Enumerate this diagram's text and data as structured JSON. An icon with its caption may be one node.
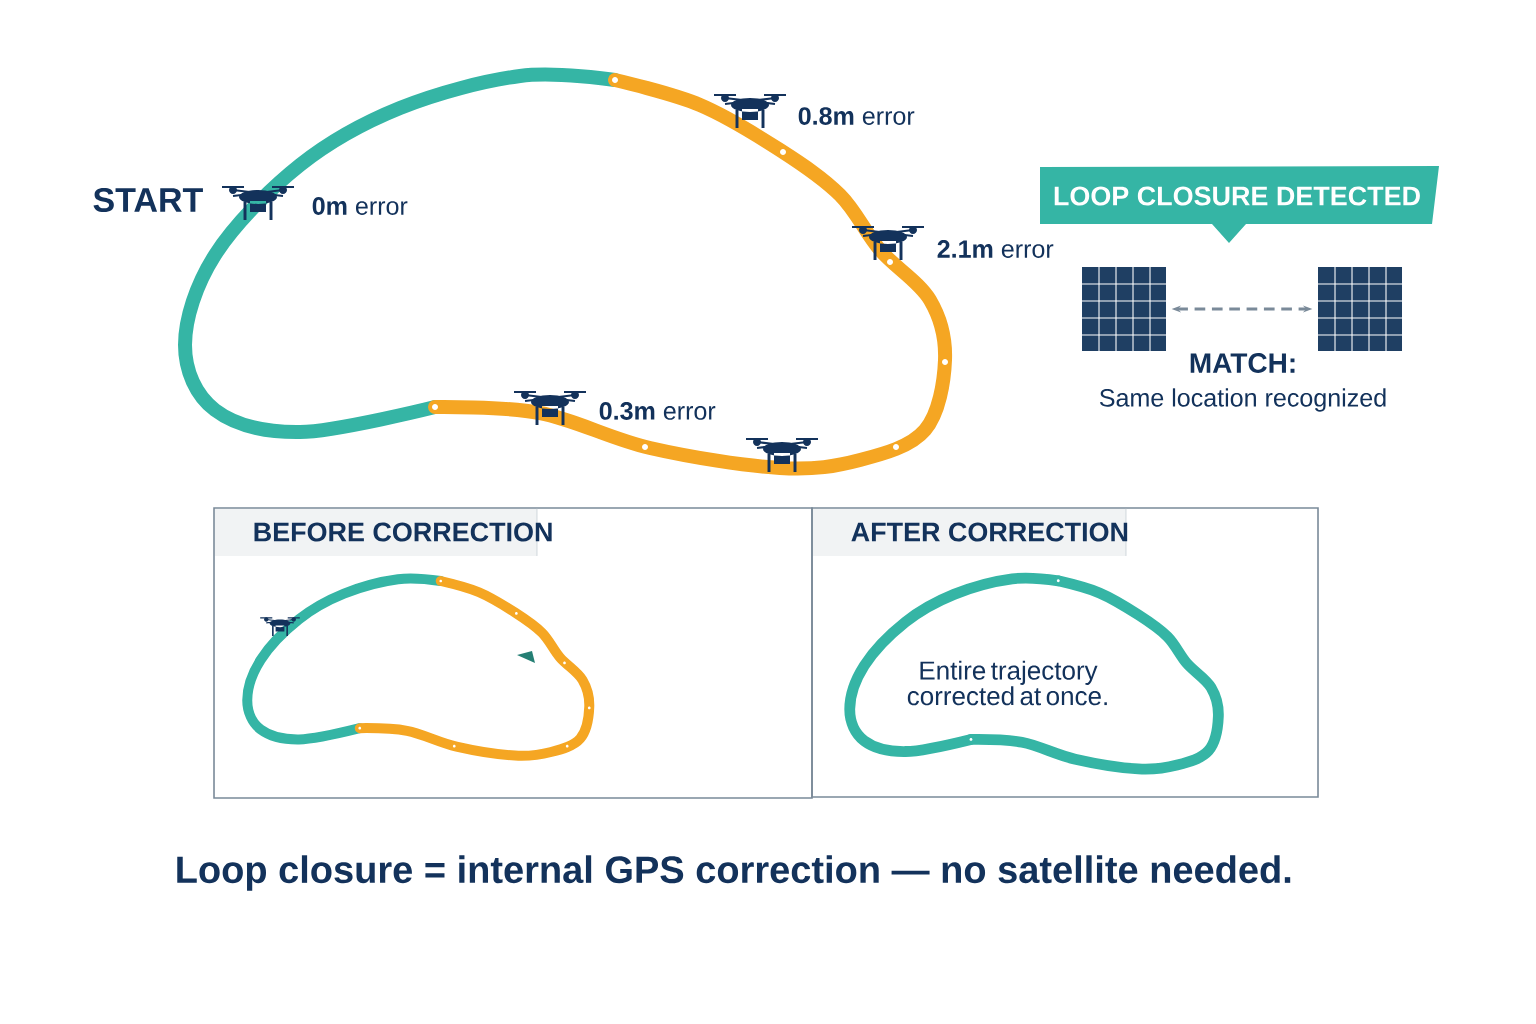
{
  "diagram": {
    "caption": "Loop closure = internal GPS correction — no satellite needed.",
    "nodes": [
      {
        "text": [
          "BEFORE CORRECTION"
        ]
      },
      {
        "text": [
          "AFTER CORRECTION",
          "Entire trajectory corrected at once."
        ]
      },
      {
        "text": [
          "LOOP CLOSURE DETECTED"
        ]
      },
      {
        "text": [],
        "shape": "box"
      },
      {
        "text": [],
        "shape": "box"
      }
    ],
    "edges": [
      {
        "from": 3,
        "to": 4,
        "arrow": "both",
        "style": "dashed"
      }
    ],
    "labels": [
      "START",
      "**0m** error",
      "**0.8m** error",
      "**2.1m** error",
      "**0.3m** error",
      "MATCH:",
      "Same location recognized"
    ]
  }
}
